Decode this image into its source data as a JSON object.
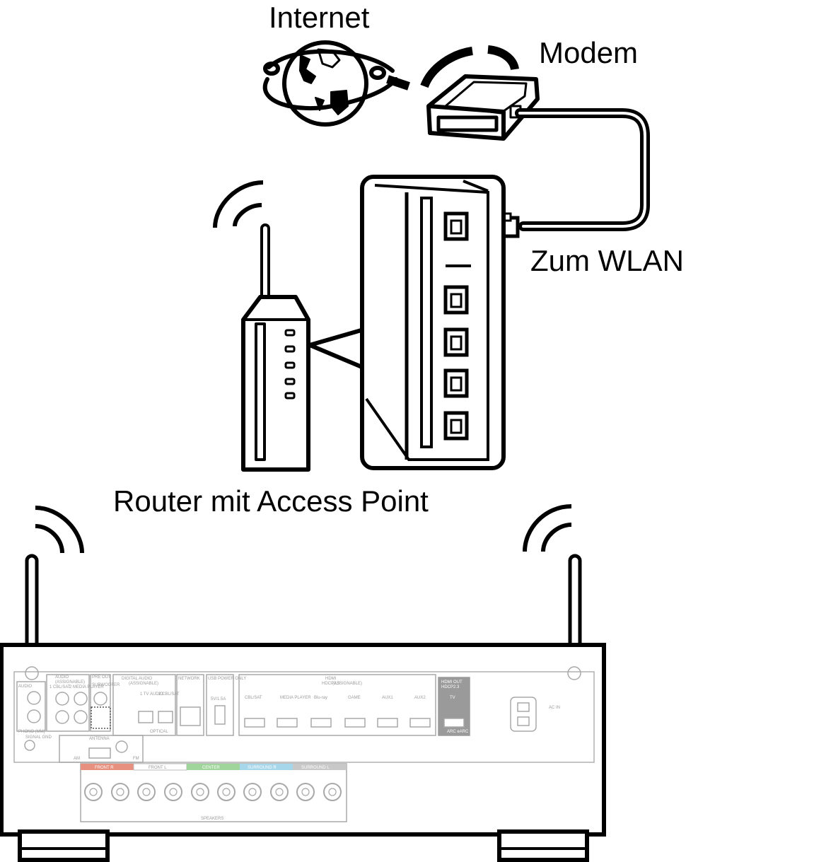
{
  "labels": {
    "internet": "Internet",
    "modem": "Modem",
    "wlan": "Zum WLAN",
    "router": "Router mit Access Point"
  },
  "rear_panel": {
    "audio_in": "AUDIO",
    "phono": "PHONO (MM)",
    "signal_gnd": "SIGNAL GND",
    "assignable_audio": "AUDIO",
    "assignable_sub": "(ASSIGNABLE)",
    "cbl_sat": "1 CBL/SAT",
    "media_player": "2 MEDIA PLAYER",
    "pre_out": "PRE OUT",
    "subwoofer": "SUBWOOFER",
    "digital_audio": "DIGITAL AUDIO",
    "digital_sub": "(ASSIGNABLE)",
    "tv_audio": "1 TV AUDIO",
    "cbl_sat2": "2 CBL/SAT",
    "optical": "OPTICAL",
    "network": "NETWORK",
    "usb": "USB POWER ONLY",
    "usb_rating": "5V/1.5A",
    "hdmi_in": "HDMI",
    "hdcp": "HDCP2.3",
    "hdmi_sub": "(ASSIGNABLE)",
    "hdmi_inputs": [
      "CBL/SAT",
      "MEDIA PLAYER",
      "Blu-ray",
      "GAME",
      "AUX1",
      "AUX2"
    ],
    "hdmi_out": "HDMI OUT",
    "hdmi_out_hdcp": "HDCP2.3",
    "tv": "TV",
    "arc": "ARC eARC",
    "antenna": "ANTENNA",
    "am": "AM",
    "fm": "FM",
    "ac_in": "AC IN",
    "speakers": [
      "FRONT R",
      "FRONT L",
      "CENTER",
      "SURROUND R",
      "SURROUND L"
    ],
    "speakers_label": "SPEAKERS"
  },
  "colors": {
    "front_r": "#e8907f",
    "front_l": "#ffffff",
    "center": "#9fd49a",
    "surround_r": "#a6d6ea",
    "surround_l": "#c8c8c8"
  }
}
